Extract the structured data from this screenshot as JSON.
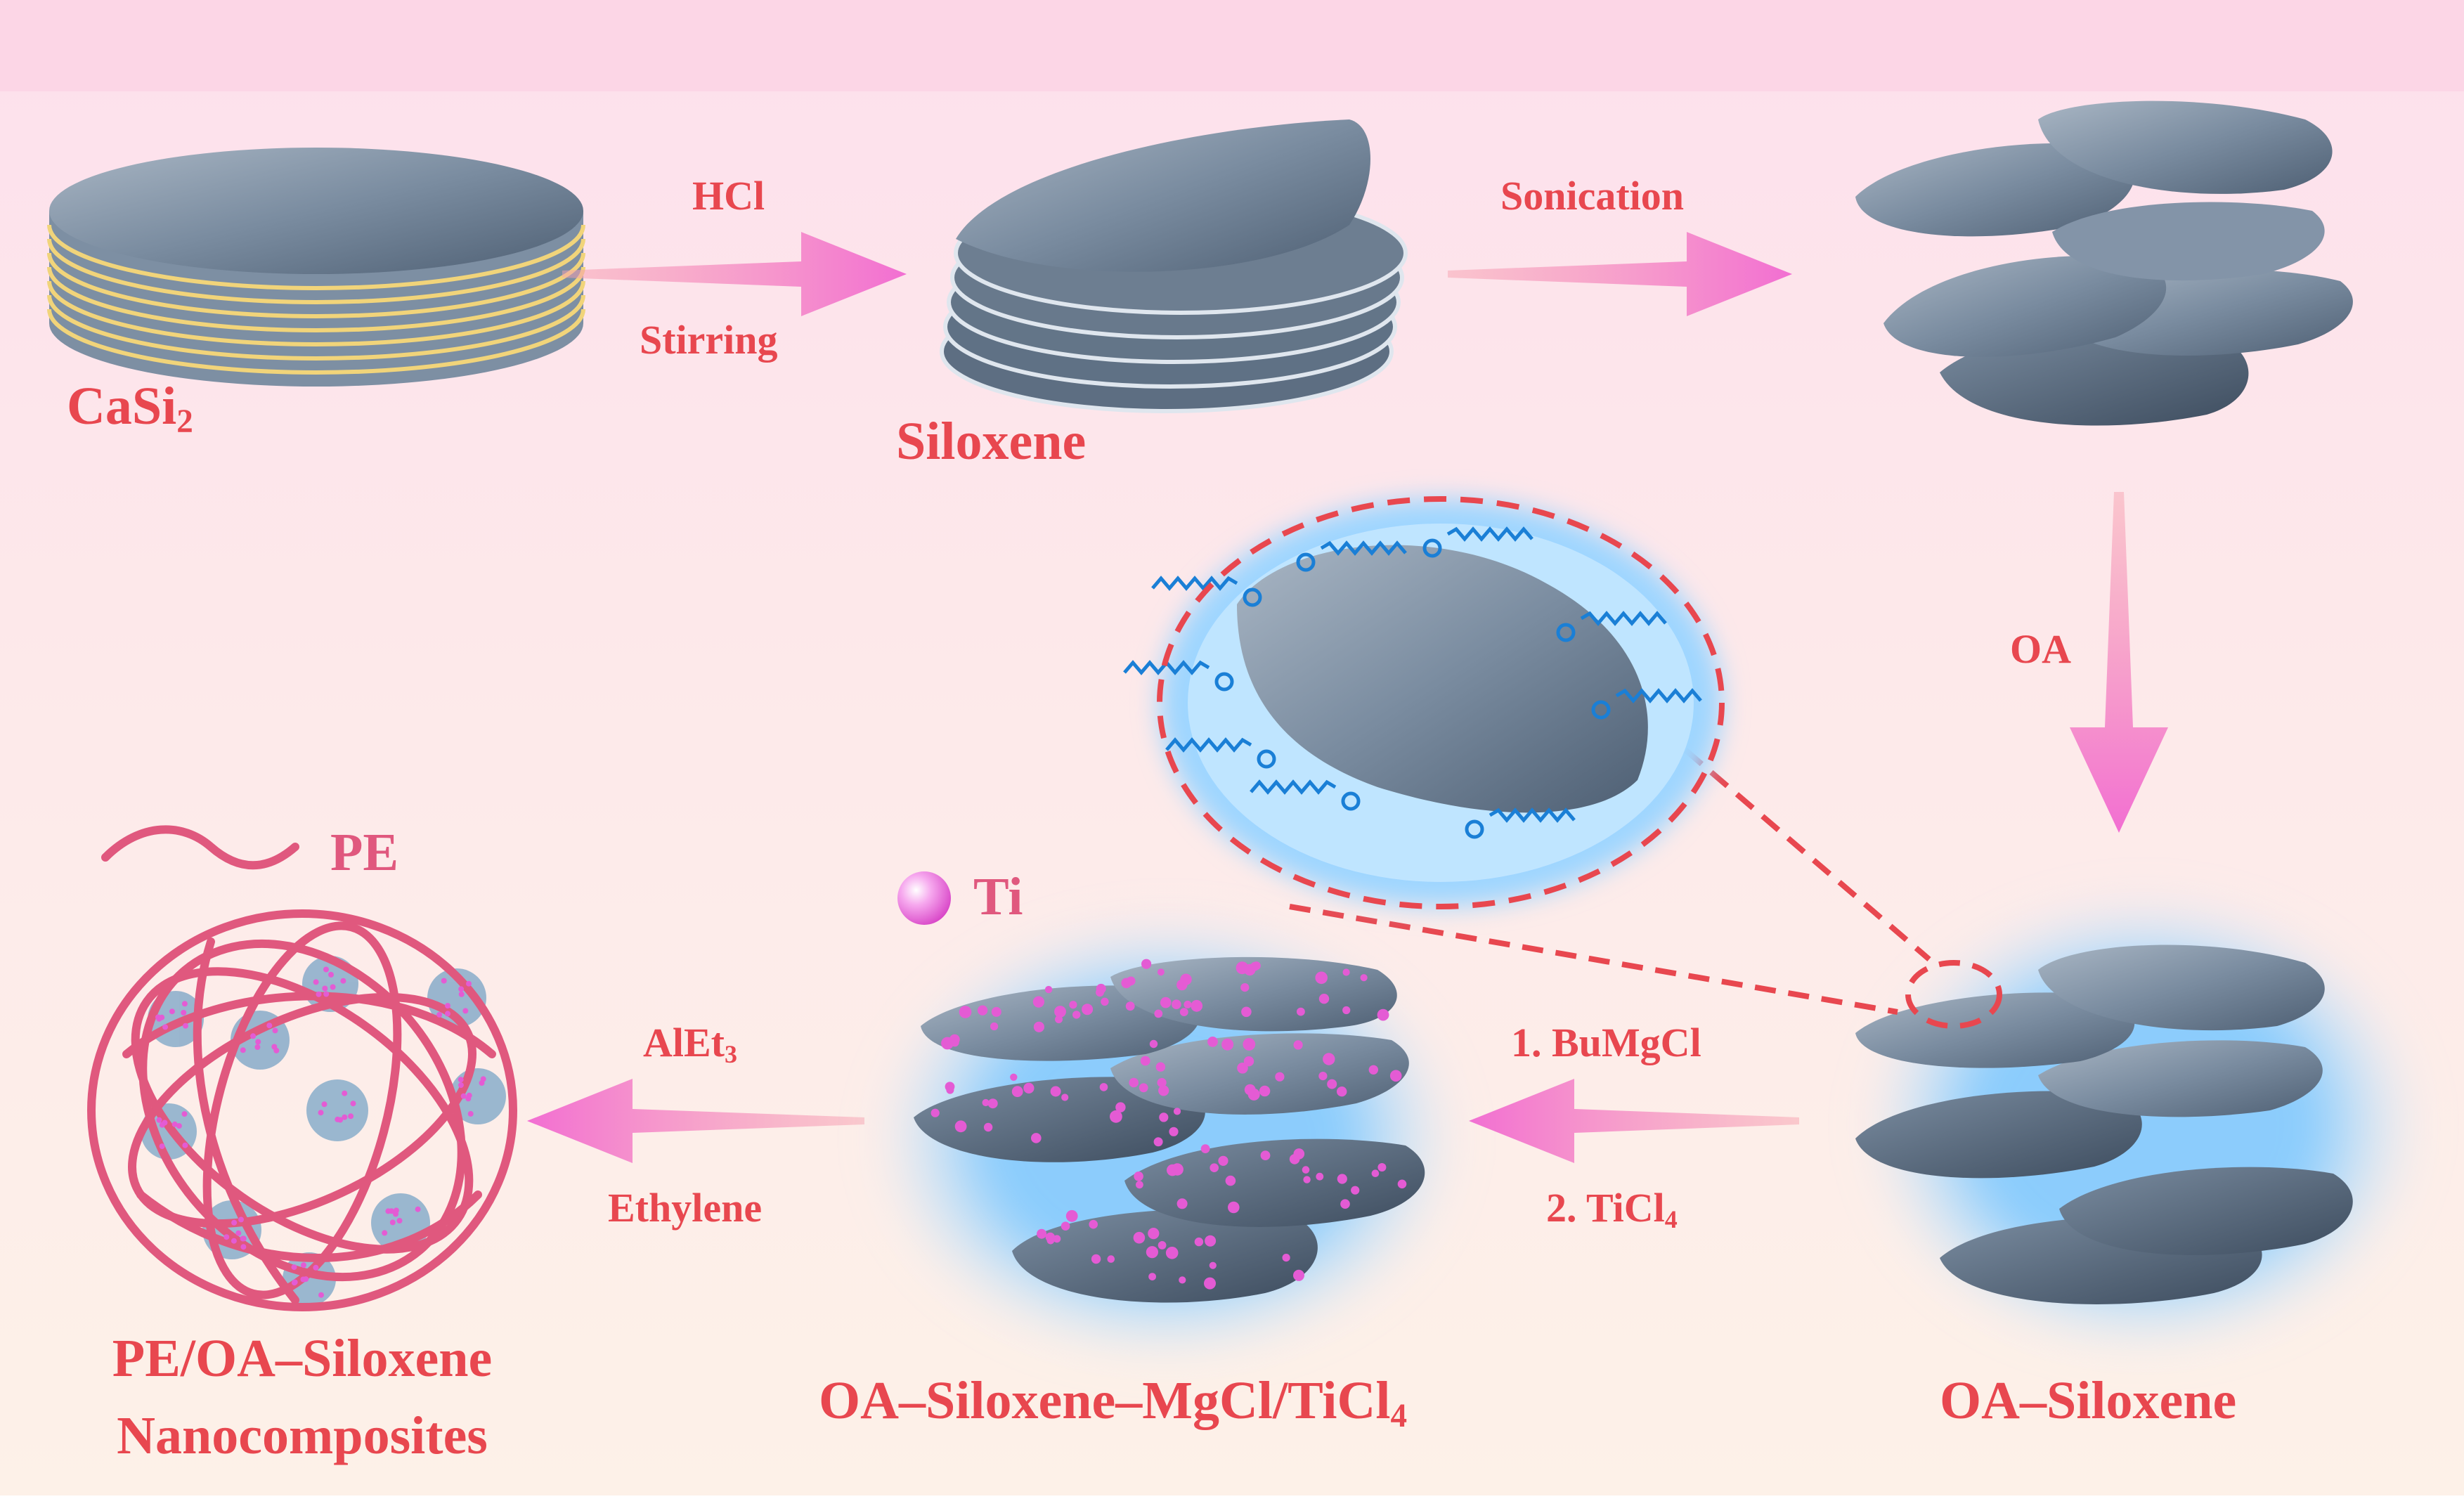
{
  "labels": {
    "casi2": "CaSi",
    "casi2_sub": "2",
    "siloxene": "Siloxene",
    "hcl": "HCl",
    "stirring": "Stirring",
    "sonication": "Sonication",
    "oa": "OA",
    "pe_legend": "PE",
    "ti_legend": "Ti",
    "step1": "1. BuMgCl",
    "step2_main": "2. TiCl",
    "step2_sub": "4",
    "alet3_main": "AlEt",
    "alet3_sub": "3",
    "ethylene": "Ethylene",
    "oa_siloxene": "OA–Siloxene",
    "catalyst_main": "OA–Siloxene–MgCl/TiCl",
    "catalyst_sub": "4",
    "product_line1": "PE/OA–Siloxene",
    "product_line2": "Nanocomposites"
  },
  "colors": {
    "label_red": "#e8474f",
    "arrow_pink": "#f26ed2",
    "sheet_blue": "#6f8296",
    "sheet_dark": "#4a5a6e",
    "ligand_blue": "#1a7fd6",
    "ti_pink": "#e45bd4",
    "pe_pink": "#e0587e",
    "glow_blue": "#8fd2ff",
    "dash_red": "#e8474f"
  },
  "icons": {
    "arrows": "right-arrow-icon / left-arrow-icon / down-arrow-icon",
    "ti_sphere": "ti-sphere-icon",
    "pe_chain": "pe-chain-icon"
  }
}
